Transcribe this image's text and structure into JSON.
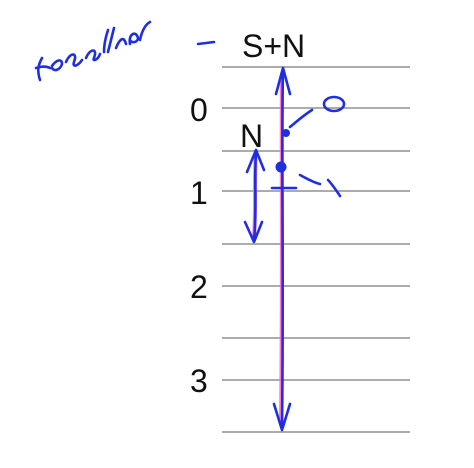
{
  "labels": {
    "signal_plus_noise": "S+N",
    "noise": "N"
  },
  "levels": [
    {
      "label": "0"
    },
    {
      "label": "1"
    },
    {
      "label": "2"
    },
    {
      "label": "3"
    }
  ],
  "handwriting": {
    "receiver": "receiver",
    "zero": "0",
    "one": "1"
  },
  "colors": {
    "ink": "#1f2fe0",
    "highlight": "#ff66cc",
    "rule": "#7a7a7a",
    "text": "#111111"
  }
}
